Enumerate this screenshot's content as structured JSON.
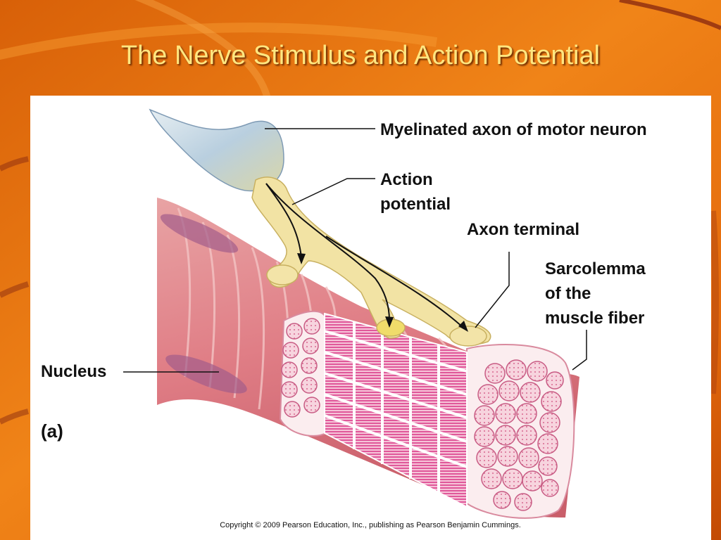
{
  "slide": {
    "title": "The Nerve Stimulus and Action Potential"
  },
  "figure": {
    "labels": {
      "myelinated_axon": "Myelinated axon of motor neuron",
      "action_potential_line1": "Action",
      "action_potential_line2": "potential",
      "axon_terminal": "Axon terminal",
      "sarcolemma_line1": "Sarcolemma",
      "sarcolemma_line2": "of the",
      "sarcolemma_line3": "muscle fiber",
      "nucleus": "Nucleus",
      "panel_letter": "(a)"
    },
    "copyright": "Copyright © 2009 Pearson Education, Inc., publishing as Pearson Benjamin Cummings."
  },
  "colors": {
    "background_orange": "#E86E0C",
    "background_dark": "#B83A00",
    "title_text": "#FFE680",
    "muscle_pink": "#E48A90",
    "myofibril_pink": "#F07AB0",
    "axon_cream": "#F2E3A4",
    "myelin_blue": "#BCD4E4"
  }
}
